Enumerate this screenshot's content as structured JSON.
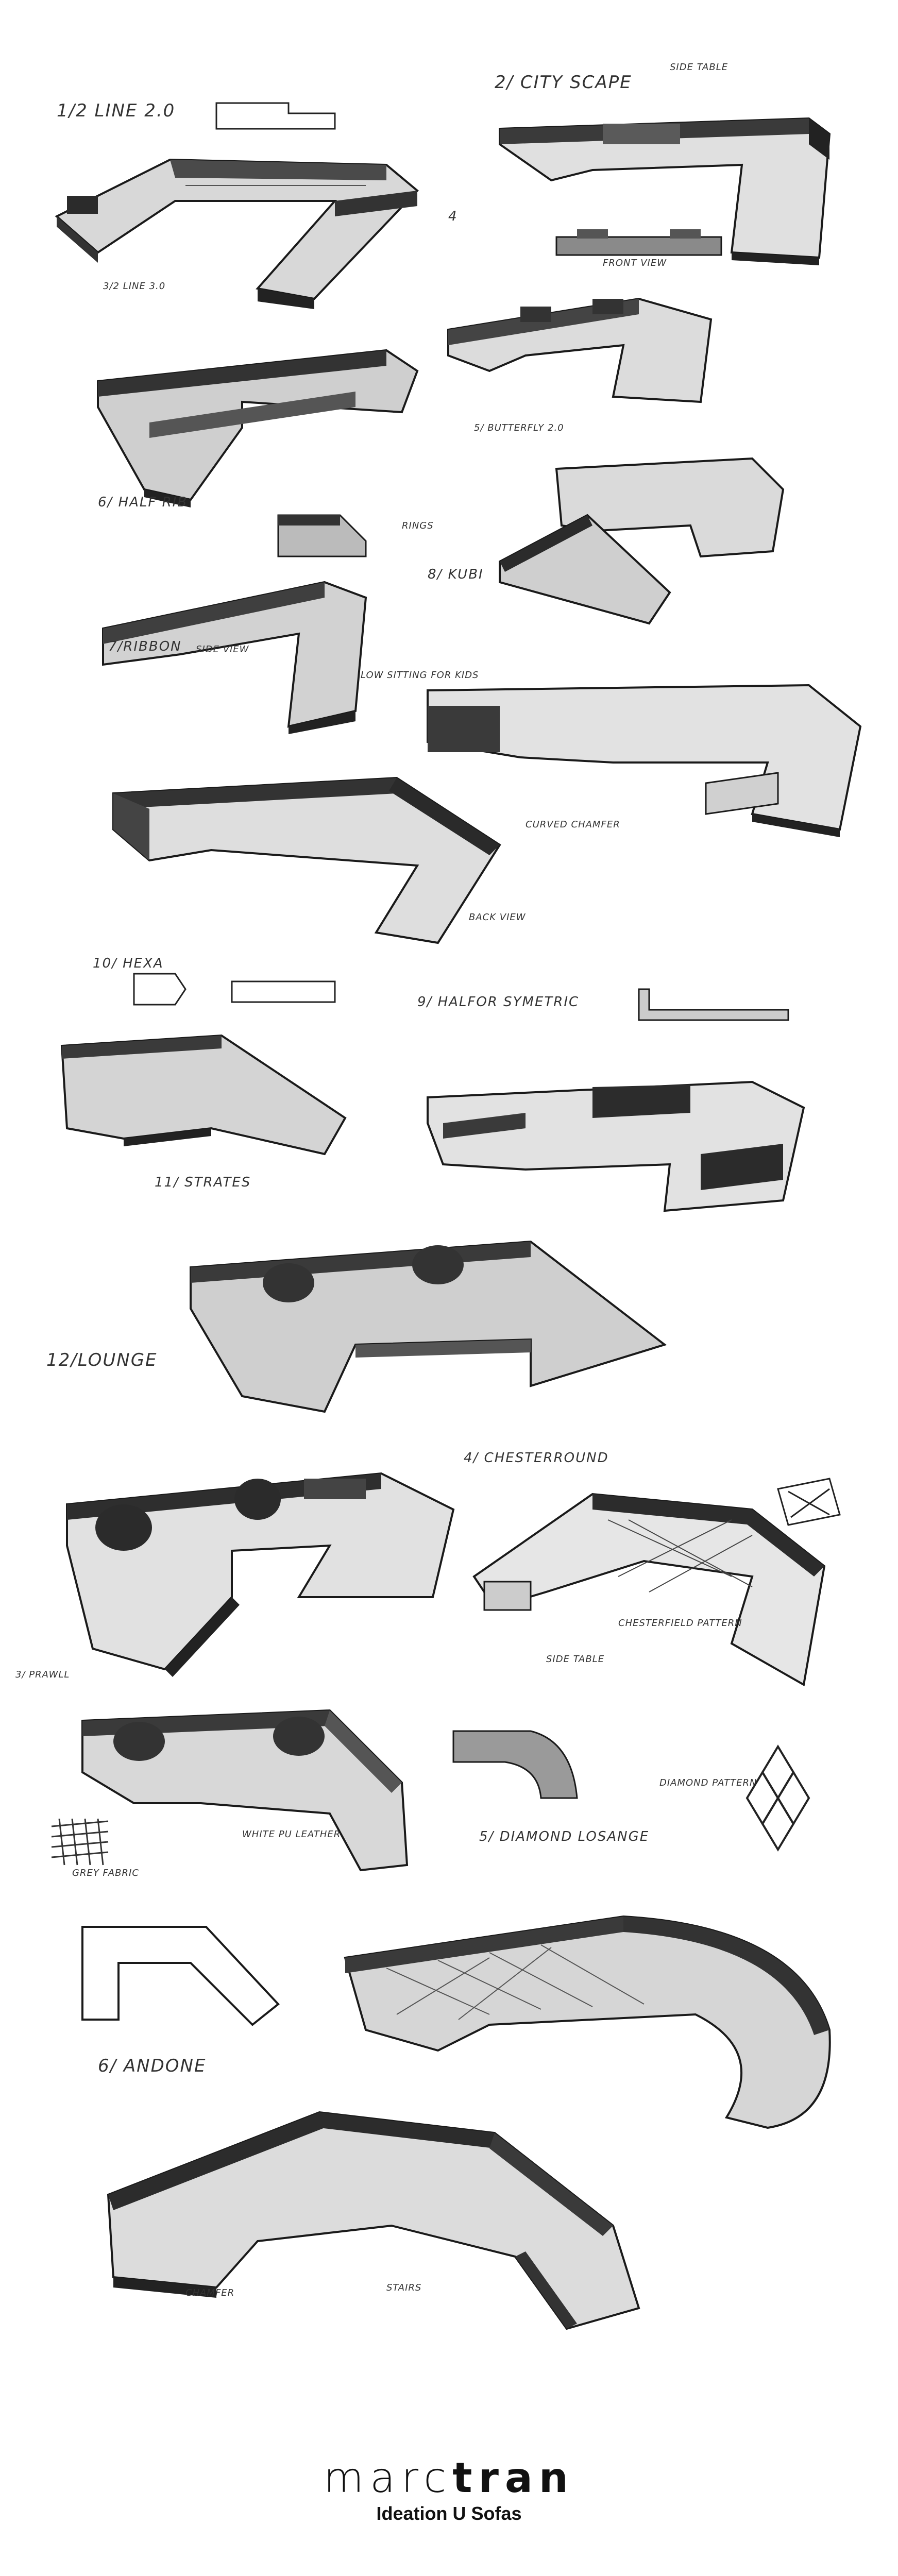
{
  "colors": {
    "ink": "#1a1a1a",
    "marker_dark": "#3a3a3a",
    "marker_mid": "#8a8a8a",
    "marker_light": "#c9c9c9",
    "paper": "#ffffff"
  },
  "sketches": [
    {
      "label": "1/2 LINE 2.0"
    },
    {
      "label": "2/ CITY SCAPE"
    },
    {
      "label": "3/2 LINE 3.0"
    },
    {
      "label": "5/ BUTTERFLY 2.0"
    },
    {
      "label": "6/ HALF RIB"
    },
    {
      "label": "7/RIBBON"
    },
    {
      "label": "8/ KUBI"
    },
    {
      "label": "10/ HEXA"
    },
    {
      "label": "11/ STRATES"
    },
    {
      "label": "9/ HALFOR SYMETRIC"
    },
    {
      "label": "12/LOUNGE"
    },
    {
      "label": "4/ CHESTERROUND"
    },
    {
      "label": "3/ PRAWLL"
    },
    {
      "label": "5/ DIAMOND LOSANGE"
    },
    {
      "label": "6/ ANDONE"
    }
  ],
  "annotations": {
    "side_table": "SIDE TABLE",
    "front_view": "FRONT VIEW",
    "rings": "RINGS",
    "side_view": "SIDE VIEW",
    "low_sitting_for_kids": "LOW SITTING FOR KIDS",
    "curved_chamfer": "CURVED CHAMFER",
    "back_view": "BACK VIEW",
    "chesterfield_pattern": "CHESTERFIELD PATTERN",
    "side_table_2": "SIDE TABLE",
    "white_pu_leather": "WHITE PU LEATHER",
    "grey_fabric": "GREY FABRIC",
    "diamond_pattern": "DIAMOND PATTERN",
    "chamfer": "CHAMFER",
    "stairs": "STAIRS",
    "section_4": "4"
  },
  "brand": {
    "name_light": "marc",
    "name_bold": "tran",
    "tagline": "Ideation U Sofas"
  }
}
